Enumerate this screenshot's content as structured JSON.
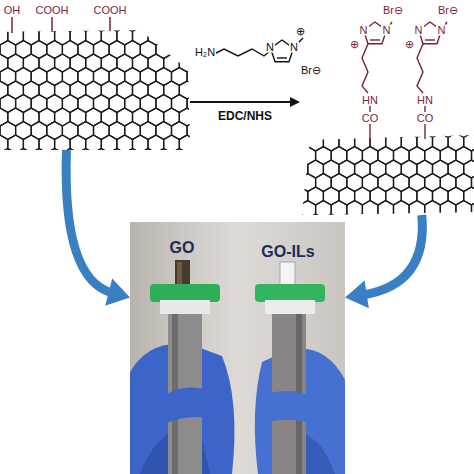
{
  "diagram": {
    "nodes": [
      {
        "text": [
          "OH",
          "COOH",
          "COOH"
        ]
      },
      {
        "text": [
          "Br⊖",
          "Br⊖",
          "⊕",
          "N",
          "N",
          "⊕",
          "N",
          "N",
          "HN",
          "CO",
          "HN",
          "CO"
        ]
      },
      {
        "text": [
          "GO",
          "GO-ILs"
        ]
      }
    ],
    "edges": [
      {
        "from": 0,
        "to": 1,
        "arrow": "to",
        "label": "EDC/NHS"
      },
      {
        "from": 0,
        "to": 2,
        "arrow": "to"
      },
      {
        "from": 1,
        "to": 2,
        "arrow": "to"
      }
    ],
    "labels": [
      "H₂N",
      "N",
      "⊕",
      "N",
      "Br⊖"
    ]
  }
}
